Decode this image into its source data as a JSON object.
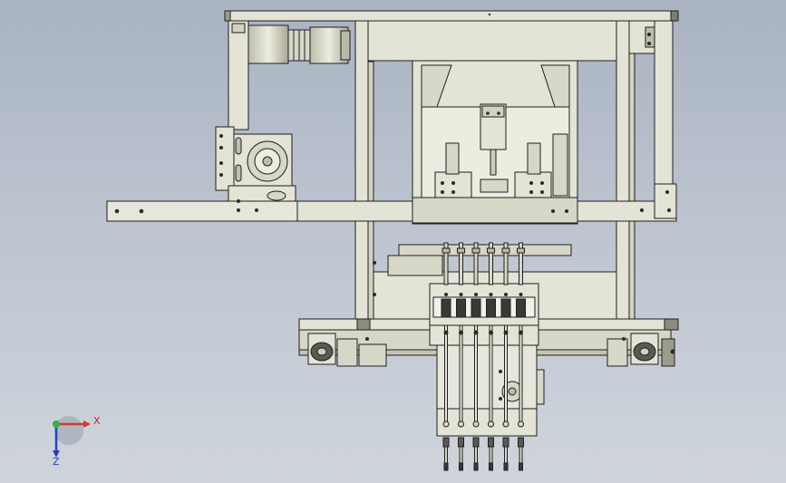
{
  "viewport": {
    "background_top": "#a9b3c2",
    "background_bottom": "#cfd4dc",
    "part_fill": "#e3e3d6",
    "part_shade": "#c9c9b8",
    "line_color": "#1f1f1f"
  },
  "axis_triad": {
    "x_label": "X",
    "z_label": "Z",
    "x_color": "#d23a2a",
    "y_color": "#2fb34a",
    "z_color": "#2a3fc0"
  },
  "assembly": {
    "view": "front",
    "nozzle_count": 6
  }
}
